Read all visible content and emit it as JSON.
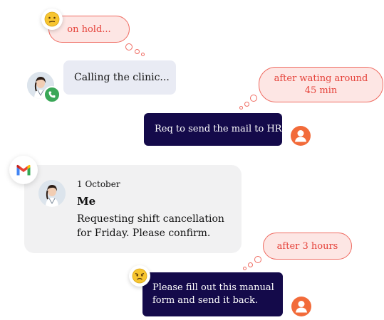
{
  "thoughts": {
    "on_hold": "on hold...",
    "waiting": "after wating around 45 min",
    "three_hours": "after 3 hours"
  },
  "messages": {
    "calling": "Calling the clinic...",
    "request_mail": "Req to send the mail to HR",
    "manual_form": "Please fill out this manual form and send it back."
  },
  "email": {
    "date": "1 October",
    "sender": "Me",
    "body": "Requesting shift cancellation for Friday. Please confirm."
  },
  "icons": {
    "neutral": "neutral-face-icon",
    "angry": "angry-face-icon",
    "phone": "phone-icon",
    "user": "user-icon",
    "gmail": "gmail-icon"
  },
  "colors": {
    "thought_border": "#ef6b61",
    "thought_fill": "#fde6e4",
    "dark_bubble": "#140a4a",
    "user_orange": "#f26b3a",
    "phone_green": "#3aa757"
  }
}
